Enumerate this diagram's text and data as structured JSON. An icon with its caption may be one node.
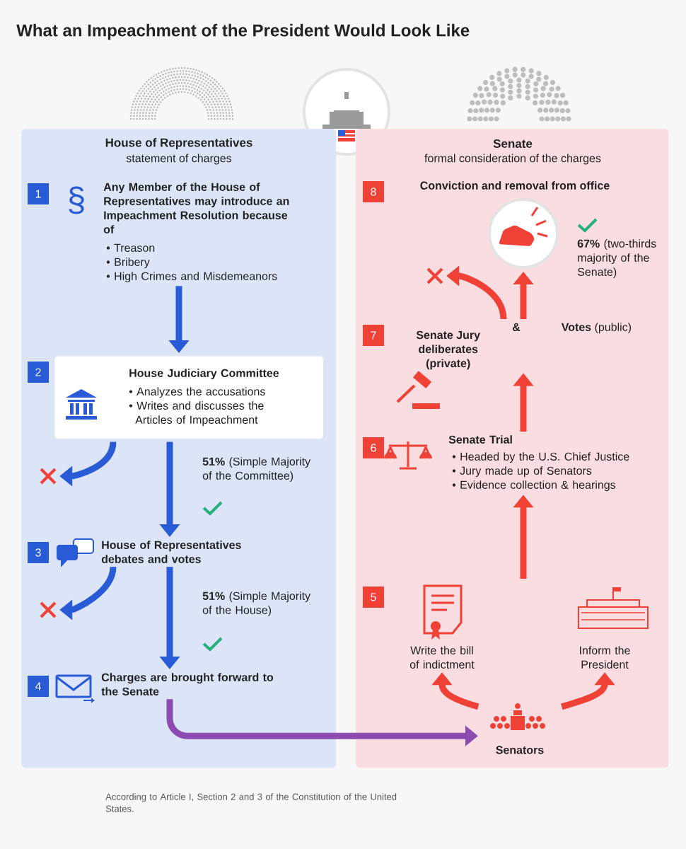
{
  "diagram": {
    "title": "What an Impeachment of the President Would Look Like",
    "nodes": [
      {
        "text": [
          "House of Representatives",
          "statement of charges"
        ]
      },
      {
        "text": [
          "Senate",
          "formal consideration of the charges"
        ]
      },
      {
        "text": [
          "Any Member of the House of Representatives may introduce an Impeachment Resolution because of",
          "• Treason",
          "• Bribery",
          "• High Crimes and Misdemeanors"
        ],
        "in": 0,
        "beside": [
          "§"
        ]
      },
      {
        "text": [
          "House Judiciary Committee",
          "• Analyzes the accusations",
          "• Writes and discusses the Articles of Impeachment"
        ],
        "in": 0
      },
      {
        "text": [],
        "shape": "cross",
        "in": 0
      },
      {
        "text": [
          "House of Representatives debates and votes"
        ],
        "in": 0
      },
      {
        "text": [],
        "shape": "cross",
        "in": 0
      },
      {
        "text": [
          "Charges are brought forward to the Senate"
        ],
        "in": 0
      },
      {
        "text": [
          "Conviction and removal from office"
        ],
        "in": 1,
        "beside": [
          "**67%** (two-thirds majority of the Senate)"
        ]
      },
      {
        "text": [],
        "shape": "cross",
        "in": 1
      },
      {
        "text": [
          "Senate Jury deliberates (private)",
          "&",
          "**Votes** (public)"
        ],
        "in": 1
      },
      {
        "text": [
          "Senate Trial",
          "• Headed by the U.S. Chief Justice",
          "• Jury made up of Senators",
          "• Evidence collection & hearings"
        ],
        "in": 1
      },
      {
        "text": [
          "Write the bill of indictment"
        ],
        "in": 1
      },
      {
        "text": [
          "Inform the President"
        ],
        "in": 1
      },
      {
        "text": [
          "Senators"
        ],
        "in": 1
      }
    ],
    "edges": [
      {
        "from": 2,
        "to": 3,
        "arrow": "to",
        "color": "#2a5bd7"
      },
      {
        "from": 3,
        "to": 4,
        "arrow": "to",
        "color": "#2a5bd7"
      },
      {
        "from": 3,
        "to": 5,
        "arrow": "to",
        "color": "#2a5bd7",
        "label": "**51%** (Simple Majority of the Committee)"
      },
      {
        "from": 5,
        "to": 6,
        "arrow": "to",
        "color": "#2a5bd7"
      },
      {
        "from": 5,
        "to": 7,
        "arrow": "to",
        "color": "#2a5bd7",
        "label": "**51%** (Simple Majority of the House)"
      },
      {
        "from": 7,
        "to": 14,
        "arrow": "to",
        "color": "#8b4bb0"
      },
      {
        "from": 14,
        "to": 12,
        "arrow": "to"
      },
      {
        "from": 14,
        "to": 13,
        "arrow": "to"
      },
      {
        "from": null,
        "to": 11,
        "arrow": "to"
      },
      {
        "from": 11,
        "to": 10,
        "arrow": "to"
      },
      {
        "from": 10,
        "to": 8,
        "arrow": "to"
      },
      {
        "from": 10,
        "to": 9,
        "arrow": "to"
      }
    ],
    "labels": [
      "1",
      "8",
      "7",
      "2",
      "6",
      "3",
      "5",
      "4",
      "According to Article I, Section 2 and 3 of the Constitution of the United States."
    ]
  }
}
